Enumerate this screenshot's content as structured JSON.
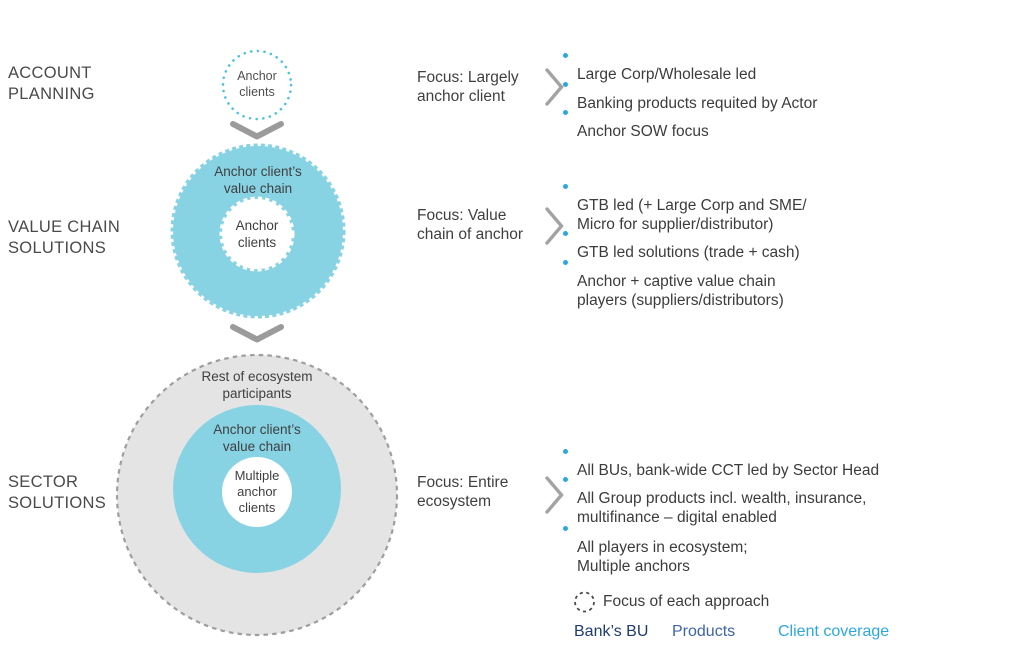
{
  "palette": {
    "text_dark": "#3f3f3f",
    "label_gray": "#4a4a4a",
    "bullet_cyan": "#2da7e0",
    "circle_blue_fill": "#87d3e4",
    "dotted_circle_cyan": "#4fc3dd",
    "ecosystem_gray_fill": "#e4e4e4",
    "ecosystem_gray_stroke": "#9e9e9e",
    "chevron_gray": "#9b9b9b",
    "legend_navy": "#1e3c6e",
    "legend_medium_blue": "#3f63ab",
    "legend_cyan": "#2da7e0"
  },
  "sections": [
    {
      "label": "ACCOUNT\nPLANNING",
      "focus": "Focus: Largely\nanchor client",
      "bullets": [
        "Large Corp/Wholesale led",
        "Banking products requited by Actor",
        "Anchor SOW focus"
      ]
    },
    {
      "label": "VALUE CHAIN\nSOLUTIONS",
      "focus": "Focus: Value\nchain of anchor",
      "bullets": [
        "GTB led (+ Large Corp and SME/\nMicro for supplier/distributor)",
        "GTB led solutions (trade + cash)",
        "Anchor + captive value chain\nplayers (suppliers/distributors)"
      ]
    },
    {
      "label": "SECTOR\nSOLUTIONS",
      "focus": "Focus: Entire\necosystem",
      "bullets": [
        "All BUs, bank-wide CCT led by Sector Head",
        "All Group products incl. wealth, insurance,\nmultifinance – digital enabled",
        "All players in ecosystem;\nMultiple anchors"
      ]
    }
  ],
  "diagram": {
    "account_circle": {
      "label": "Anchor\nclients"
    },
    "value_chain_circle": {
      "outer_label": "Anchor client’s\nvalue chain",
      "inner_label": "Anchor\nclients"
    },
    "sector_circle": {
      "outer_label": "Rest of ecosystem\nparticipants",
      "middle_label": "Anchor client’s\nvalue chain",
      "inner_label": "Multiple\nanchor\nclients"
    }
  },
  "legend": {
    "focus_caption": "Focus of each approach",
    "items": [
      {
        "label": "Bank’s BU",
        "color": "#1e3c6e"
      },
      {
        "label": "Products",
        "color": "#3f63ab"
      },
      {
        "label": "Client coverage",
        "color": "#2da7e0"
      }
    ]
  }
}
